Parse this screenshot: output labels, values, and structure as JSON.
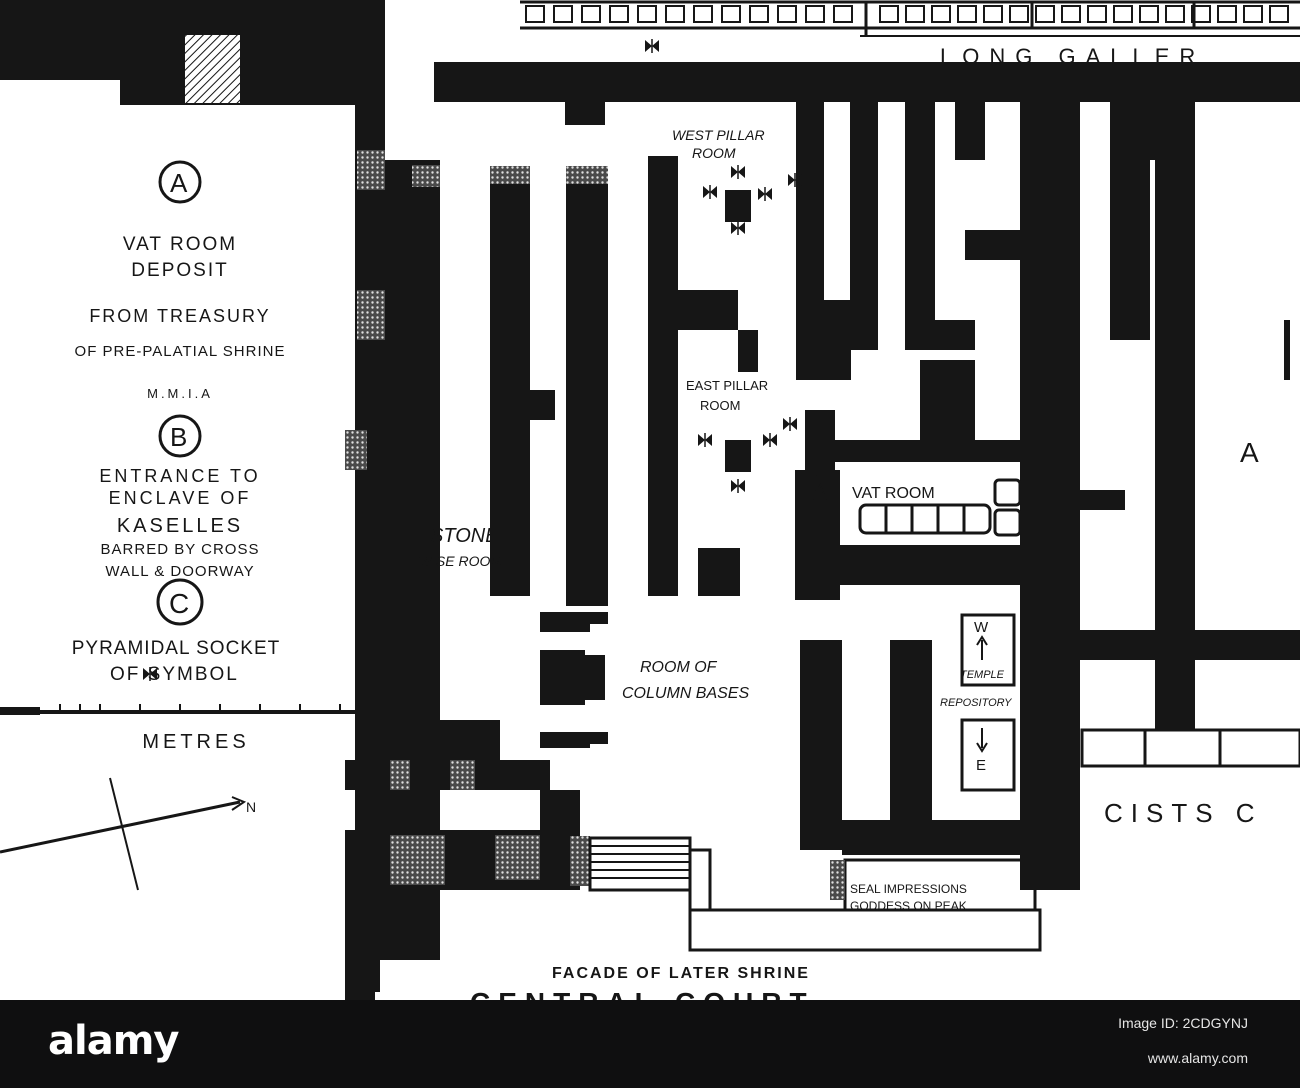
{
  "plan": {
    "top_label": "LONG GALLER",
    "west_pillar_room": [
      "WEST PILLAR",
      "ROOM"
    ],
    "east_pillar_room": [
      "EAST PILLAR",
      "ROOM"
    ],
    "vat_room": "VAT ROOM",
    "stone_vase_room": [
      "STONE",
      "VASE ROOM"
    ],
    "room_of_column_bases": [
      "ROOM OF",
      "COLUMN BASES"
    ],
    "temple_repository": [
      "TEMPLE",
      "REPOSITORY"
    ],
    "west_marker": "W",
    "east_marker": "E",
    "seal_impressions": [
      "SEAL IMPRESSIONS",
      "GODDESS ON PEAK"
    ],
    "cists": "CISTS C",
    "right_letter": "A",
    "facade": "FACADE OF LATER SHRINE",
    "court_partial": "CENTRAL COURT"
  },
  "legend": {
    "a_symbol": "A",
    "a_lines": [
      "VAT ROOM",
      "DEPOSIT",
      "FROM TREASURY",
      "OF PRE-PALATIAL SHRINE",
      "M.M.I.A"
    ],
    "b_symbol": "B",
    "b_lines": [
      "ENTRANCE TO",
      "ENCLAVE OF",
      "KASELLES",
      "BARRED BY CROSS",
      "WALL & DOORWAY"
    ],
    "c_symbol": "C",
    "c_lines": [
      "PYRAMIDAL SOCKET",
      "OF SYMBOL"
    ],
    "scale_unit": "METRES",
    "north": "N"
  },
  "footer": {
    "brand": "alamy",
    "image_id": "Image ID: 2CDGYNJ",
    "site": "www.alamy.com"
  }
}
